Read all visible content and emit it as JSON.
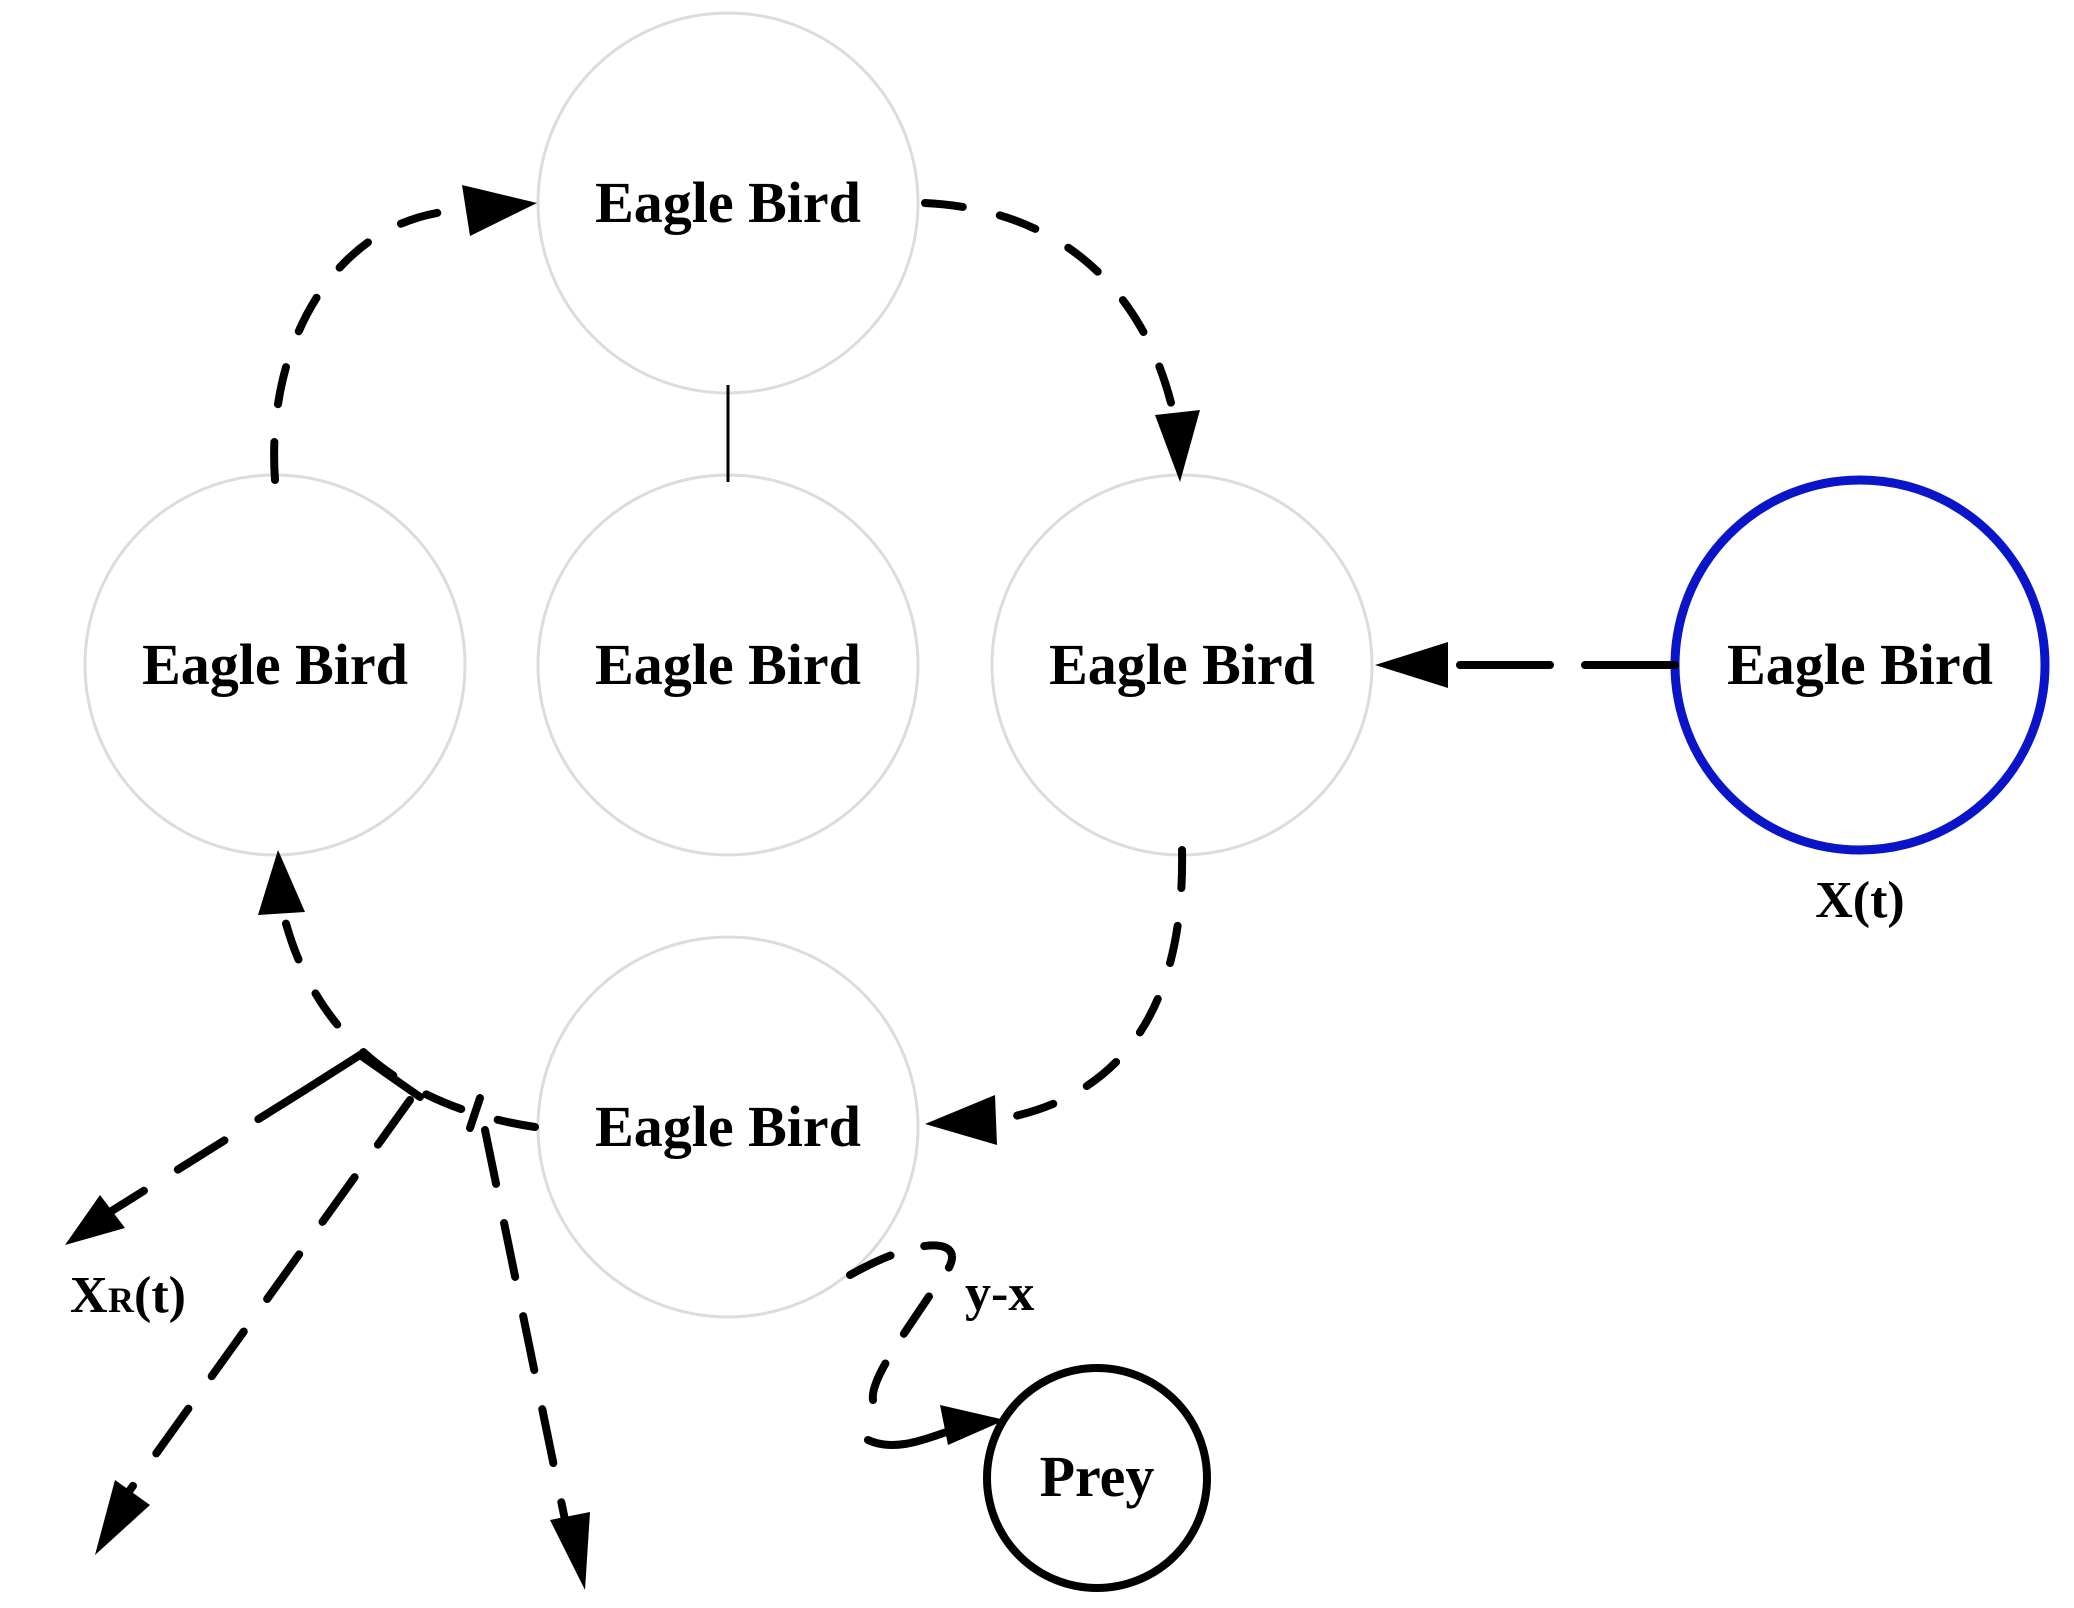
{
  "nodes": {
    "top": {
      "label": "Eagle Bird"
    },
    "left": {
      "label": "Eagle Bird"
    },
    "center": {
      "label": "Eagle Bird"
    },
    "right": {
      "label": "Eagle Bird"
    },
    "bottom": {
      "label": "Eagle Bird"
    },
    "current": {
      "label": "Eagle Bird",
      "color": "#0a14c8"
    },
    "prey": {
      "label": "Prey"
    }
  },
  "labels": {
    "current_position": "X(t)",
    "random_position_main": "X",
    "random_position_sub": "R",
    "random_position_suffix": "(t)",
    "direction": "y-x"
  }
}
